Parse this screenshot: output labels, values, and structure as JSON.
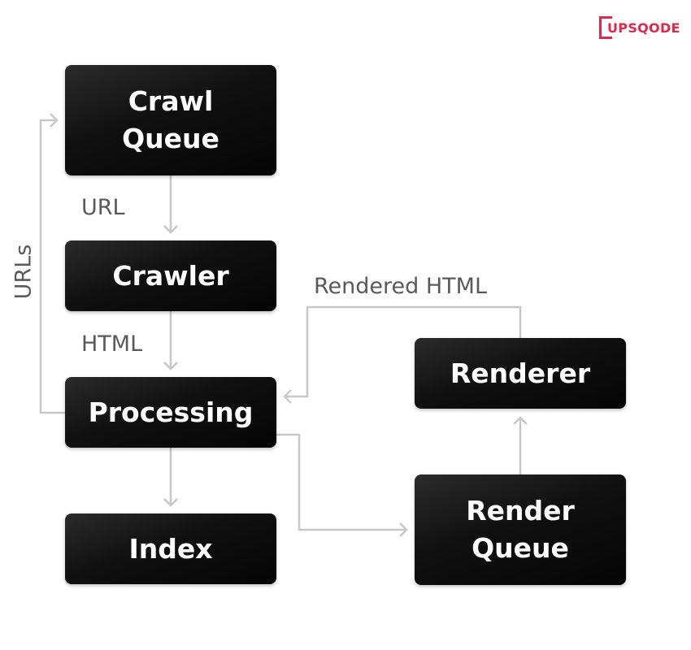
{
  "brand": {
    "logo_text": "UPSQODE",
    "color": "#e0284a"
  },
  "nodes": {
    "crawl_queue": "Crawl\nQueue",
    "crawler": "Crawler",
    "processing": "Processing",
    "index": "Index",
    "renderer": "Renderer",
    "render_queue": "Render\nQueue"
  },
  "edges": {
    "crawl_queue_to_crawler": "URL",
    "crawler_to_processing": "HTML",
    "processing_to_crawl_queue": "URLs",
    "renderer_to_processing": "Rendered HTML"
  },
  "colors": {
    "node_fill": "#0a0a0a",
    "node_text": "#ffffff",
    "edge_line": "#c8c8c8",
    "edge_label": "#5a5a5a"
  }
}
